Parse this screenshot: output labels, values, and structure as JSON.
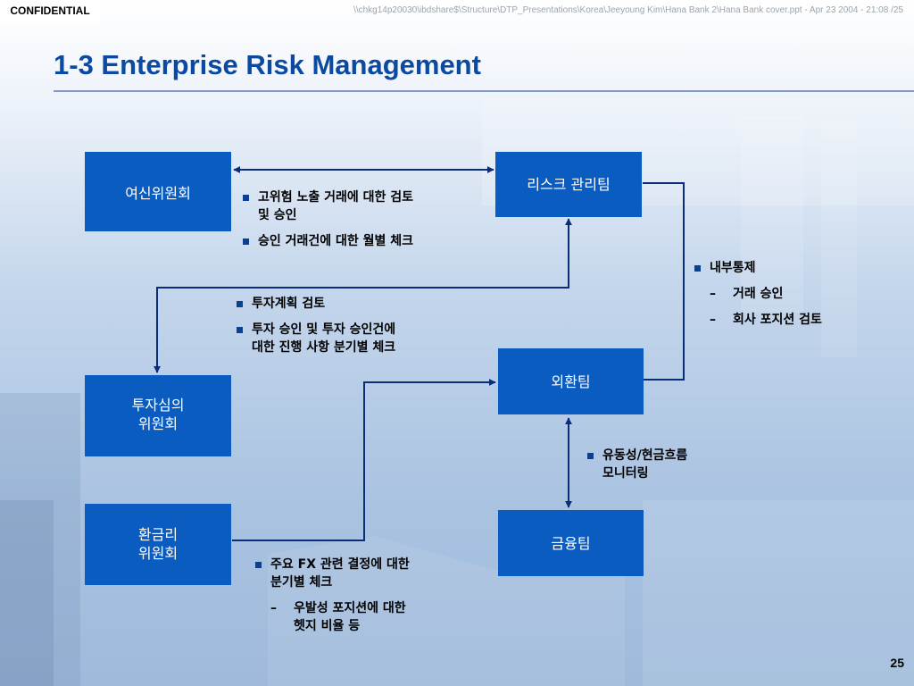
{
  "header": {
    "confidential": "CONFIDENTIAL",
    "file_path": "\\\\chkg14p20030\\ibdshare$\\Structure\\DTP_Presentations\\Korea\\Jeeyoung Kim\\Hana Bank 2\\Hana Bank cover.ppt - Apr 23 2004 - 21:08 /25",
    "title": "1-3 Enterprise Risk Management"
  },
  "boxes": {
    "credit_committee": "여신위원회",
    "risk_team": "리스크 관리팀",
    "investment_committee": "투자심의\n위원회",
    "fx_team": "외환팀",
    "fx_rate_committee": "환금리\n위원회",
    "finance_team": "금융팀"
  },
  "notes": {
    "credit": [
      "고위험 노출 거래에 대한 검토\n및 승인",
      "승인 거래건에 대한 월별 체크"
    ],
    "investment": [
      "투자계획 검토",
      "투자 승인 및 투자 승인건에\n대한  진행 사항 분기별 체크"
    ],
    "internal": {
      "item": "내부통제",
      "subs": [
        "거래 승인",
        "회사 포지션 검토"
      ]
    },
    "liquidity": [
      "유동성/현금흐름\n모니터링"
    ],
    "fx": {
      "item": "주요 FX 관련 결정에 대한\n분기별 체크",
      "subs": [
        "우발성 포지션에 대한\n헷지 비율 등"
      ]
    }
  },
  "colors": {
    "box": "#0b5cc0",
    "line": "#0a2d7a",
    "title": "#0b4aa0"
  },
  "footer": {
    "page": "25"
  }
}
